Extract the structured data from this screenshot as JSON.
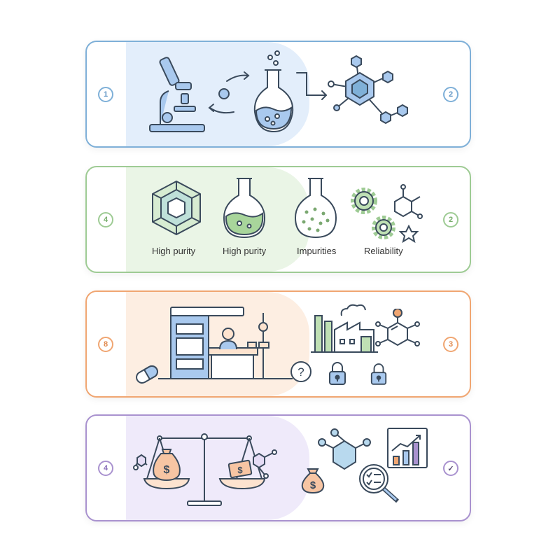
{
  "panels": [
    {
      "left_badge": "1",
      "right_badge": "2",
      "border_color": "#7fb0d8",
      "tint_color": "#e3eefb",
      "icons": [
        "microscope-icon",
        "cycle-arrows-icon",
        "flask-icon",
        "arrow-icon",
        "molecule-icon"
      ]
    },
    {
      "left_badge": "4",
      "right_badge": "2",
      "border_color": "#9ecb94",
      "tint_color": "#eaf5e6",
      "captions": [
        "High purity",
        "High purity",
        "Impurities",
        "Reliability"
      ],
      "icons": [
        "crystal-icon",
        "flask-icon",
        "flask-icon",
        "gears-molecule-icon"
      ]
    },
    {
      "left_badge": "8",
      "right_badge": "3",
      "border_color": "#f0a672",
      "tint_color": "#fdeee2",
      "icons": [
        "pill-icon",
        "lab-workstation-icon",
        "factory-icon",
        "molecule-icon",
        "question-icon",
        "lock-icon",
        "lock-icon"
      ]
    },
    {
      "left_badge": "4",
      "right_badge": "✓",
      "border_color": "#a992cf",
      "tint_color": "#efeafa",
      "icons": [
        "balance-scale-icon",
        "money-bag-icon",
        "molecule-icon",
        "magnifier-icon",
        "bar-chart-icon",
        "check-icon"
      ]
    }
  ]
}
